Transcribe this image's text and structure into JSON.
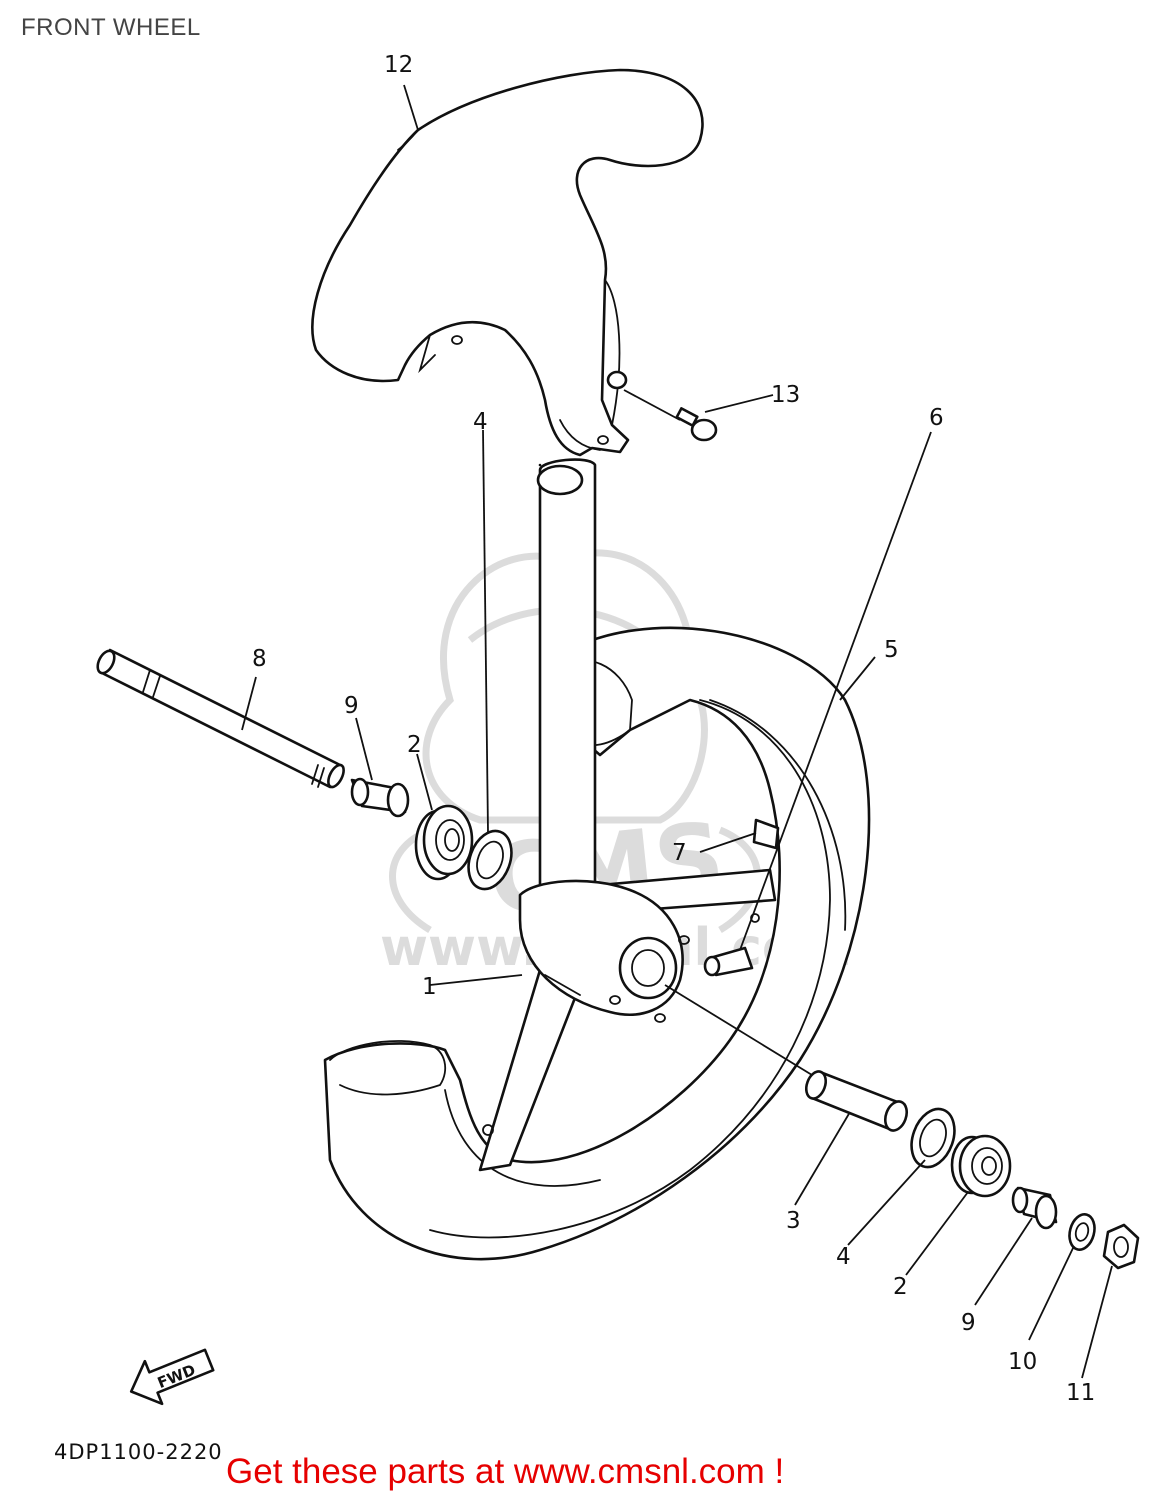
{
  "page": {
    "title": "FRONT WHEEL",
    "part_code": "4DP1100-2220",
    "promo": "Get these parts at www.cmsnl.com !"
  },
  "arrow": {
    "label": "FWD"
  },
  "watermark": {
    "text": "www.cmsnl.com",
    "logo": "CMS"
  },
  "callouts": {
    "c12": "12",
    "c13": "13",
    "c8": "8",
    "c9_left": "9",
    "c2_left": "2",
    "c4_left": "4",
    "c5": "5",
    "c6": "6",
    "c7": "7",
    "c1": "1",
    "c3": "3",
    "c4_right": "4",
    "c2_right": "2",
    "c9_right": "9",
    "c10": "10",
    "c11": "11"
  },
  "colors": {
    "lines": "#111111",
    "promo": "#e60000",
    "title": "#444444",
    "watermark": "#dcdcdc"
  }
}
